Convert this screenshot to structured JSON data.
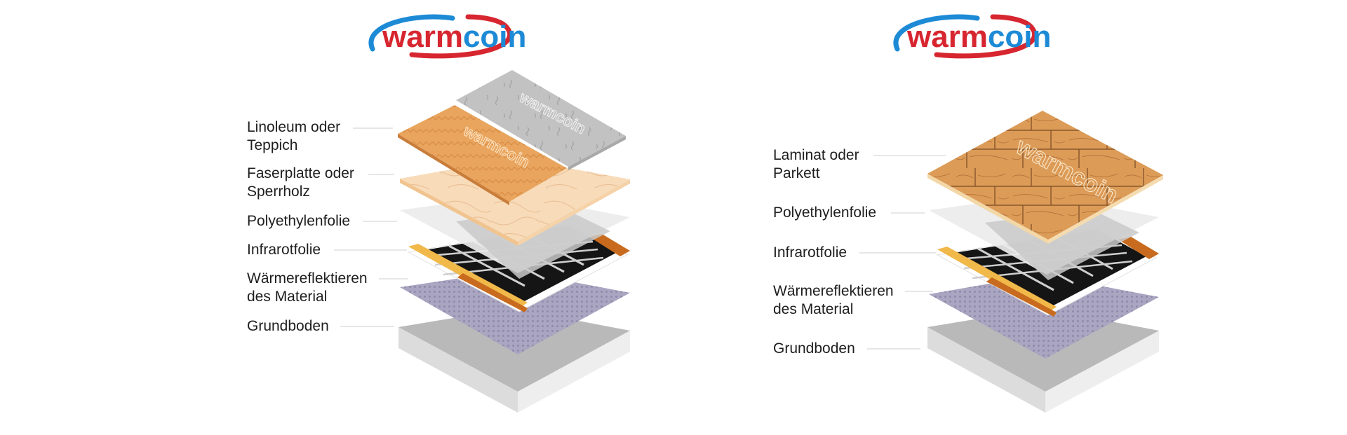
{
  "brand": {
    "part1": "warm",
    "part2": "coin",
    "color_warm": "#d7262f",
    "color_coin": "#1d8ad6",
    "swoosh_red": "#d7262f",
    "swoosh_blue": "#1d8ad6"
  },
  "left_diagram": {
    "labels": [
      {
        "line1": "Linoleum oder",
        "line2": "Teppich"
      },
      {
        "line1": "Faserplatte oder",
        "line2": "Sperrholz"
      },
      {
        "line1": "Polyethylenfolie",
        "line2": ""
      },
      {
        "line1": "Infrarotfolie",
        "line2": ""
      },
      {
        "line1": "Wärmereflektieren",
        "line2": "des Material"
      },
      {
        "line1": "Grundboden",
        "line2": ""
      }
    ]
  },
  "right_diagram": {
    "labels": [
      {
        "line1": "Laminat oder",
        "line2": "Parkett"
      },
      {
        "line1": "Polyethylenfolie",
        "line2": ""
      },
      {
        "line1": "Infrarotfolie",
        "line2": ""
      },
      {
        "line1": "Wärmereflektieren",
        "line2": "des Material"
      },
      {
        "line1": "Grundboden",
        "line2": ""
      }
    ]
  },
  "colors": {
    "linoleum_gray": "#c4c4c4",
    "carpet_orange": "#e9a35b",
    "fiber_cream": "#f7d6b1",
    "poly_film": "#ededed",
    "ir_black": "#151515",
    "ir_silver": "#c9c9c9",
    "copper_bus": "#c86b1e",
    "gold_bus": "#f1b84a",
    "reflect_lilac": "#a7a3be",
    "ground_top": "#b9b9b9",
    "ground_side": "#e3e3e3",
    "laminate_wood": "#dc9b57"
  }
}
